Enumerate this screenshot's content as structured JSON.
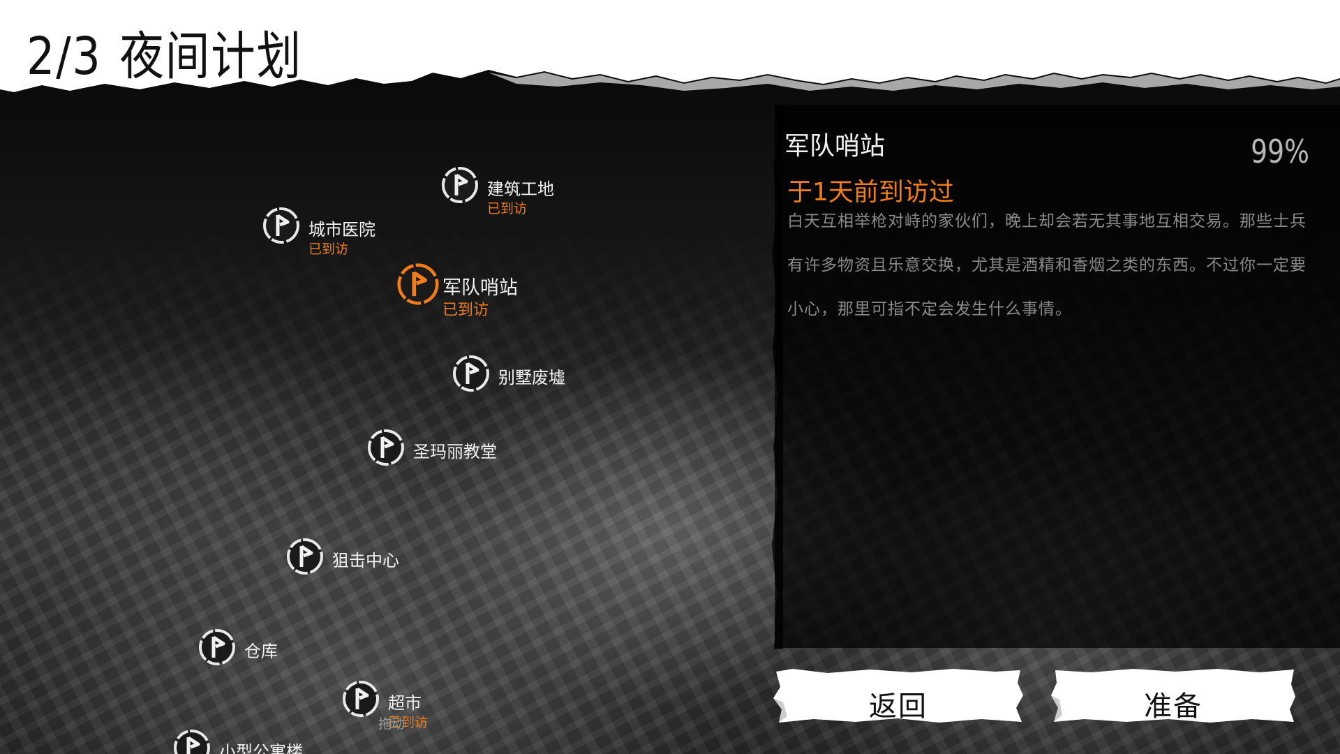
{
  "header": {
    "page_indicator": "2/3",
    "title": "夜间计划"
  },
  "locations": [
    {
      "name": "建筑工地",
      "status": "已到访"
    },
    {
      "name": "城市医院",
      "status": "已到访"
    },
    {
      "name": "军队哨站",
      "status": "已到访",
      "selected": true
    },
    {
      "name": "别墅废墟",
      "status": ""
    },
    {
      "name": "圣玛丽教堂",
      "status": ""
    },
    {
      "name": "狙击中心",
      "status": ""
    },
    {
      "name": "仓库",
      "status": ""
    },
    {
      "name": "超市",
      "status": "已到访"
    },
    {
      "name": "小型公寓楼",
      "status": ""
    }
  ],
  "detail": {
    "name": "军队哨站",
    "progress": "99%",
    "visit_info": "于1天前到访过",
    "description": "白天互相举枪对峙的家伙们，晚上却会若无其事地互相交易。那些士兵有许多物资且乐意交换，尤其是酒精和香烟之类的东西。不过你一定要小心，那里可指不定会发生什么事情。"
  },
  "drag_hint": "拖动",
  "buttons": {
    "back": "返回",
    "ready": "准备"
  },
  "colors": {
    "accent": "#f07d1a",
    "text": "#f2f2f2",
    "description_text": "#8a8a8a",
    "paper": "#ffffff"
  },
  "icons": {
    "location_pin": "flag-circle-icon"
  }
}
